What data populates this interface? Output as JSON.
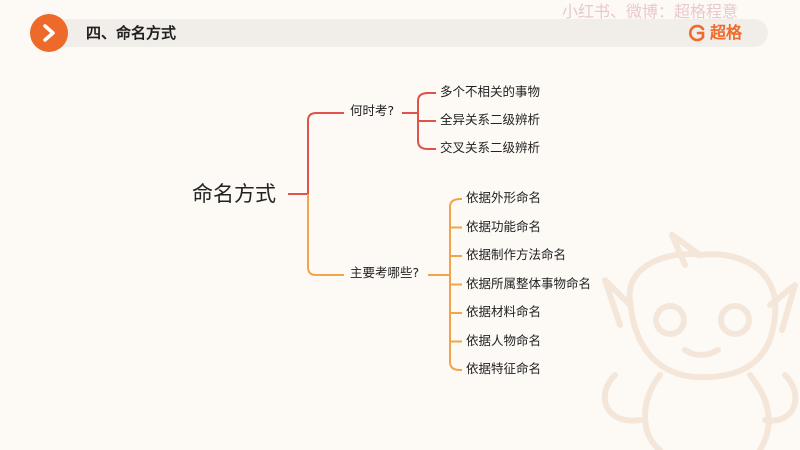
{
  "header": {
    "title": "四、命名方式",
    "watermark": "小红书、微博：超格程意",
    "brand": "超格",
    "accent": "#ee6a2a"
  },
  "mindmap": {
    "root": "命名方式",
    "branches": [
      {
        "label": "何时考?",
        "color": "#e0524a",
        "children": [
          "多个不相关的事物",
          "全异关系二级辨析",
          "交叉关系二级辨析"
        ]
      },
      {
        "label": "主要考哪些?",
        "color": "#f0a54a",
        "children": [
          "依据外形命名",
          "依据功能命名",
          "依据制作方法命名",
          "依据所属整体事物命名",
          "依据材料命名",
          "依据人物命名",
          "依据特征命名"
        ]
      }
    ]
  }
}
